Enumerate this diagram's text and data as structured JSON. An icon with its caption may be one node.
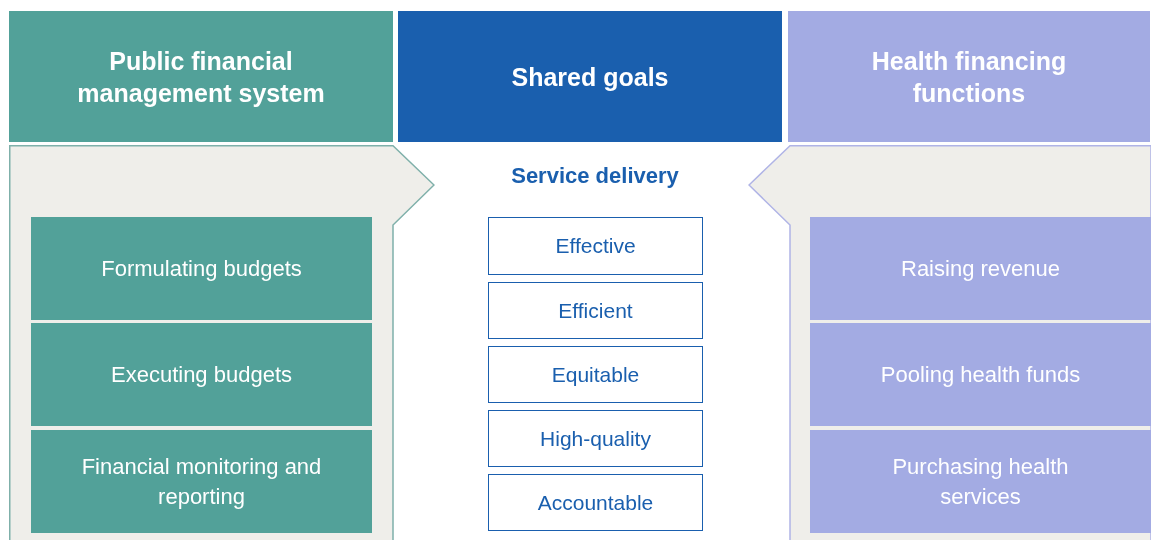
{
  "diagram": {
    "nodes": [
      {
        "text": [
          "Public financial management system"
        ]
      },
      {
        "text": [
          "Shared goals"
        ]
      },
      {
        "text": [
          "Health financing functions"
        ]
      },
      {
        "text": [],
        "shape": "pentagon"
      },
      {
        "text": [
          "Formulating budgets"
        ],
        "in": 3
      },
      {
        "text": [
          "Executing budgets"
        ],
        "in": 3
      },
      {
        "text": [
          "Financial monitoring and reporting"
        ],
        "in": 3
      },
      {
        "text": [
          "Effective"
        ]
      },
      {
        "text": [
          "Efficient"
        ]
      },
      {
        "text": [
          "Equitable"
        ]
      },
      {
        "text": [
          "High-quality"
        ]
      },
      {
        "text": [
          "Accountable"
        ]
      },
      {
        "text": [],
        "shape": "pentagon"
      },
      {
        "text": [
          "Raising revenue"
        ],
        "in": 12
      },
      {
        "text": [
          "Pooling health funds"
        ],
        "in": 12
      },
      {
        "text": [
          "Purchasing health services"
        ],
        "in": 12
      }
    ],
    "labels": [
      "Service delivery"
    ]
  }
}
